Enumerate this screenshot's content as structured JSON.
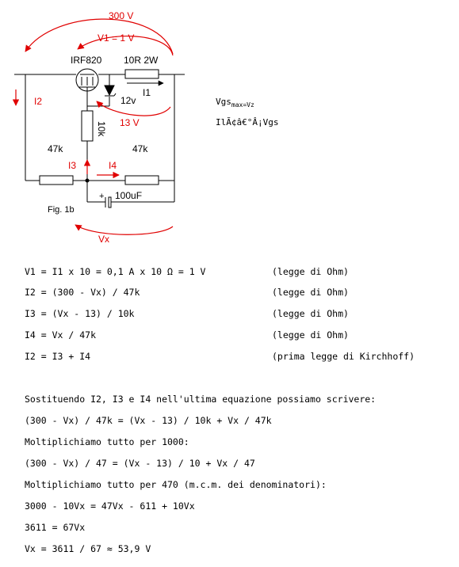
{
  "diagram": {
    "label_300v": "300 V",
    "label_v1": "V1 = 1 V",
    "label_irf": "IRF820",
    "label_10r": "10R 2W",
    "label_i1": "I1",
    "label_i2": "I2",
    "label_12v": "12v",
    "label_13v": "13 V",
    "label_10k": "10k",
    "label_47k_left": "47k",
    "label_47k_right": "47k",
    "label_i3": "I3",
    "label_i4": "I4",
    "label_plus": "+",
    "label_100uf": "100uF",
    "label_fig": "Fig. 1b",
    "label_vx": "Vx",
    "colors": {
      "red": "#e00000",
      "black": "#000000"
    }
  },
  "side_notes": {
    "vgs_prefix": "Vgs",
    "vgs_sub": "max=Vz",
    "encoding_text": "IlÃ¢â€°Â¡Vgs"
  },
  "equations": [
    {
      "text": "V1 = I1 x 10 = 0,1 A x 10 Ω = 1 V",
      "note": "(legge di Ohm)"
    },
    {
      "text": "I2 = (300 - Vx) / 47k",
      "note": "(legge di Ohm)"
    },
    {
      "text": "I3 = (Vx - 13) / 10k",
      "note": "(legge di Ohm)"
    },
    {
      "text": "I4 = Vx / 47k",
      "note": "(legge di Ohm)"
    },
    {
      "text": "I2 = I3 + I4",
      "note": "(prima legge di Kirchhoff)"
    }
  ],
  "steps": [
    "Sostituendo I2, I3 e I4 nell'ultima equazione possiamo scrivere:",
    "(300 - Vx) / 47k = (Vx - 13) / 10k + Vx / 47k",
    "Moltiplichiamo tutto per 1000:",
    "(300 - Vx) / 47 = (Vx - 13) / 10 + Vx / 47",
    "Moltiplichiamo tutto per 470 (m.c.m. dei denominatori):",
    "3000 - 10Vx = 47Vx - 611 + 10Vx",
    "3611 = 67Vx",
    "Vx = 3611 / 67 ≈ 53,9 V"
  ]
}
